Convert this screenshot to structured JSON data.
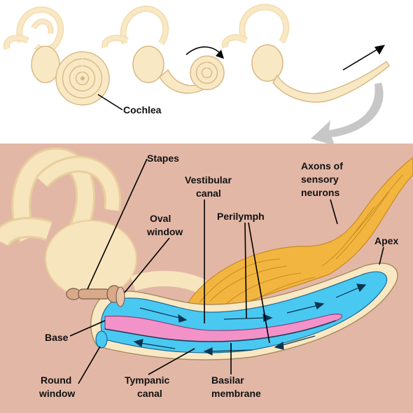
{
  "labels": {
    "cochlea": "Cochlea",
    "stapes": "Stapes",
    "vestibular_canal": [
      "Vestibular",
      "canal"
    ],
    "perilymph": "Perilymph",
    "axons": [
      "Axons of",
      "sensory",
      "neurons"
    ],
    "oval_window": [
      "Oval",
      "window"
    ],
    "apex": "Apex",
    "base": "Base",
    "round_window": [
      "Round",
      "window"
    ],
    "tympanic_canal": [
      "Tympanic",
      "canal"
    ],
    "basilar_membrane": [
      "Basilar",
      "membrane"
    ]
  },
  "colors": {
    "background_top": "#ffffff",
    "background_bottom": "#e3b7a6",
    "bone": "#f9e8c4",
    "bone_edge": "#d8b985",
    "canal_fluid": "#49c8f2",
    "duct": "#f392c8",
    "nerve": "#f2b640",
    "stapes": "#d8a98a",
    "arrow_gray": "#c7c7c7"
  }
}
